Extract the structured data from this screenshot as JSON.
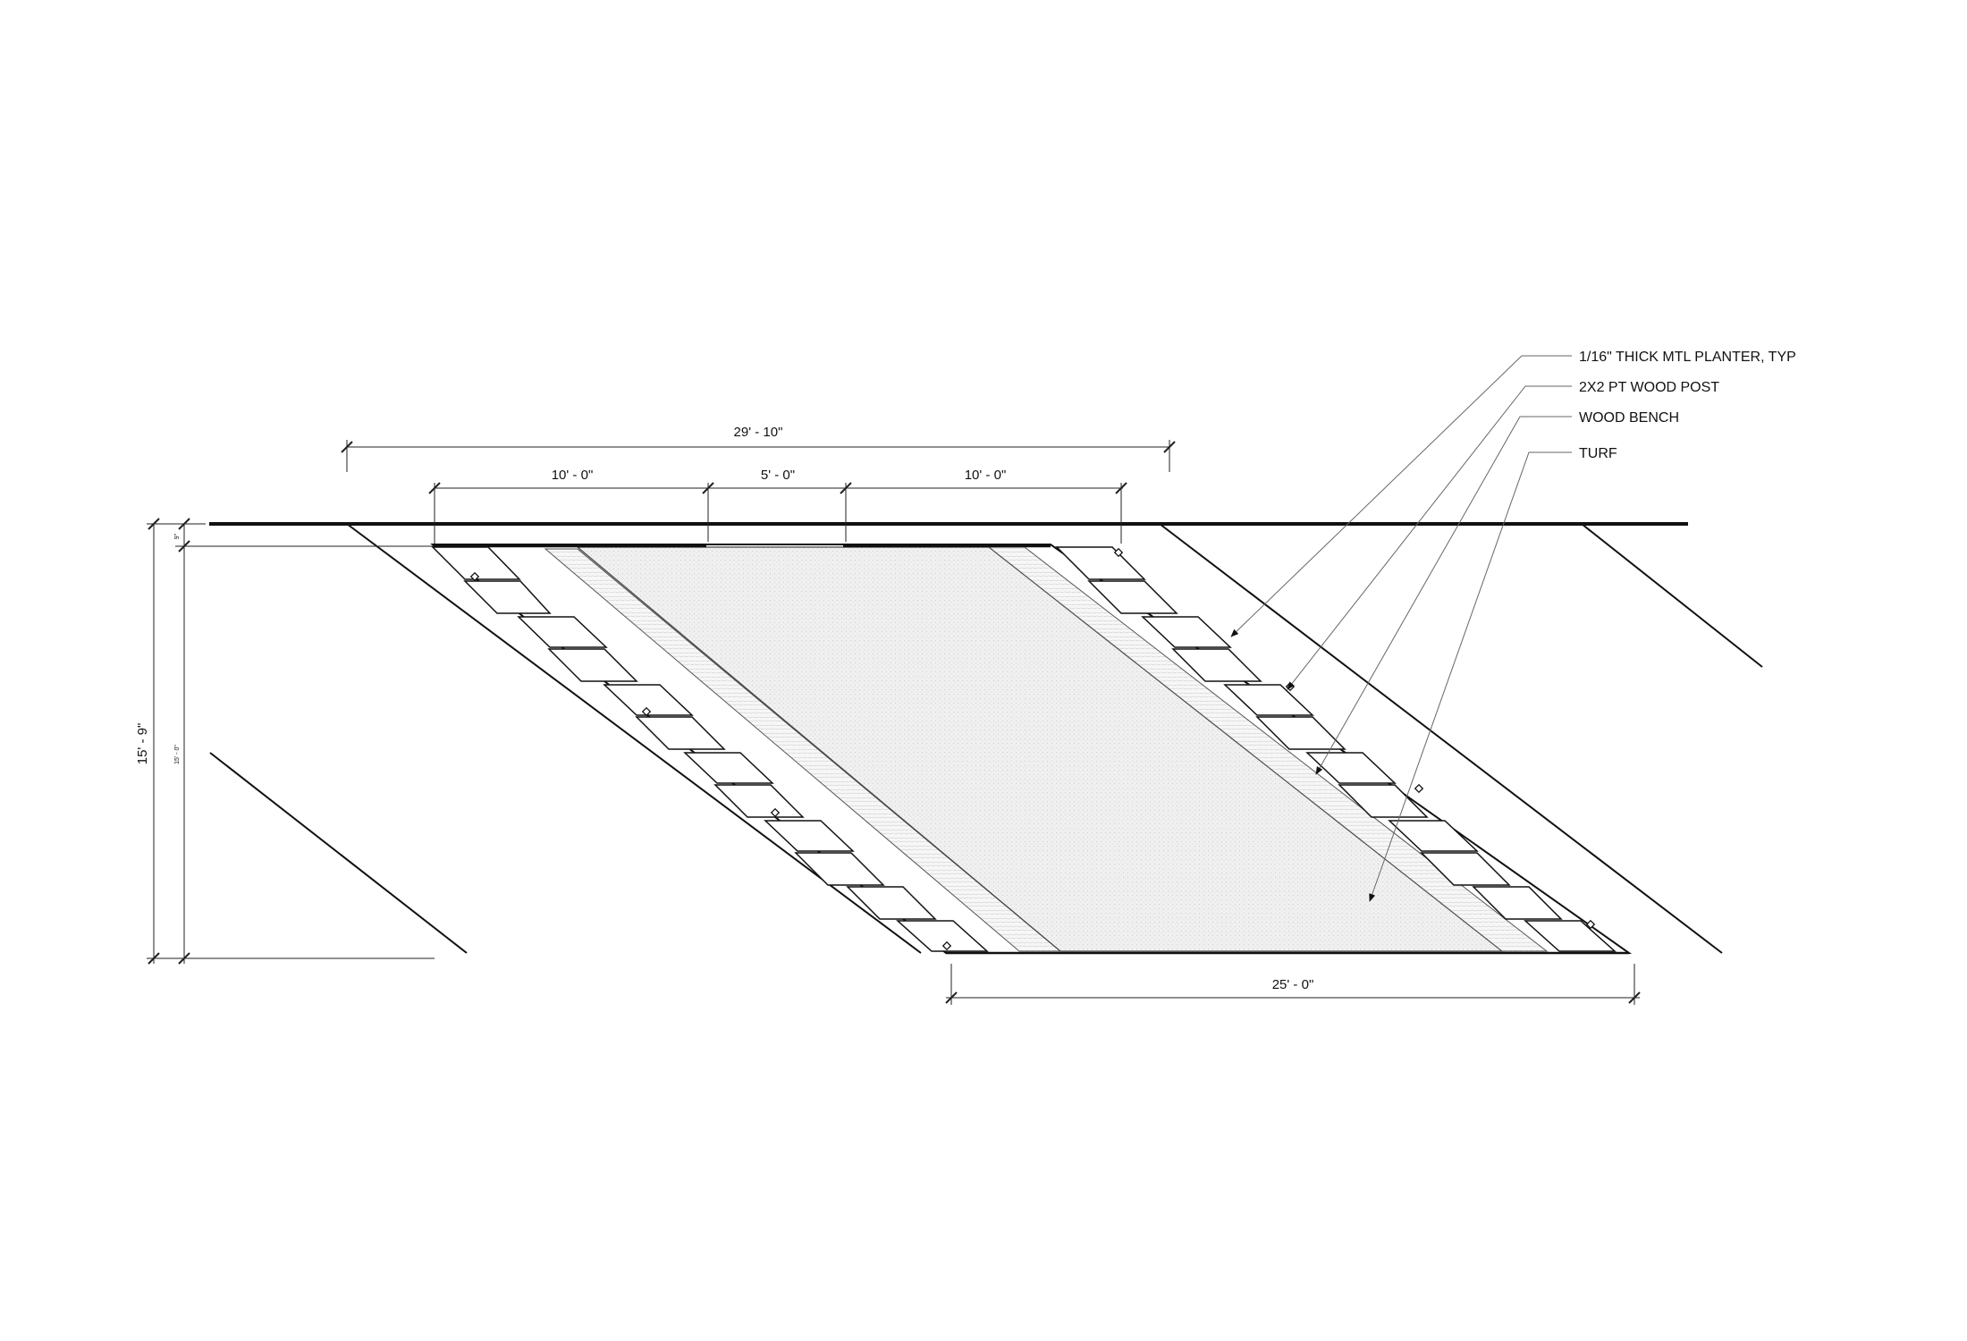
{
  "dimensions": {
    "overall_width": "29' - 10\"",
    "segment_left": "10' - 0\"",
    "segment_middle": "5' - 0\"",
    "segment_right": "10' - 0\"",
    "bottom_width": "25' - 0\"",
    "overall_height": "15' - 9\"",
    "inner_height": "15' - 0\"",
    "top_offset": "9\""
  },
  "callouts": [
    {
      "label": "1/16\" THICK MTL PLANTER, TYP"
    },
    {
      "label": "2X2 PT WOOD POST"
    },
    {
      "label": "WOOD BENCH"
    },
    {
      "label": "TURF"
    }
  ],
  "colors": {
    "line": "#111111",
    "turf_fill": "#ededed",
    "hatch": "#b8b8b8"
  }
}
